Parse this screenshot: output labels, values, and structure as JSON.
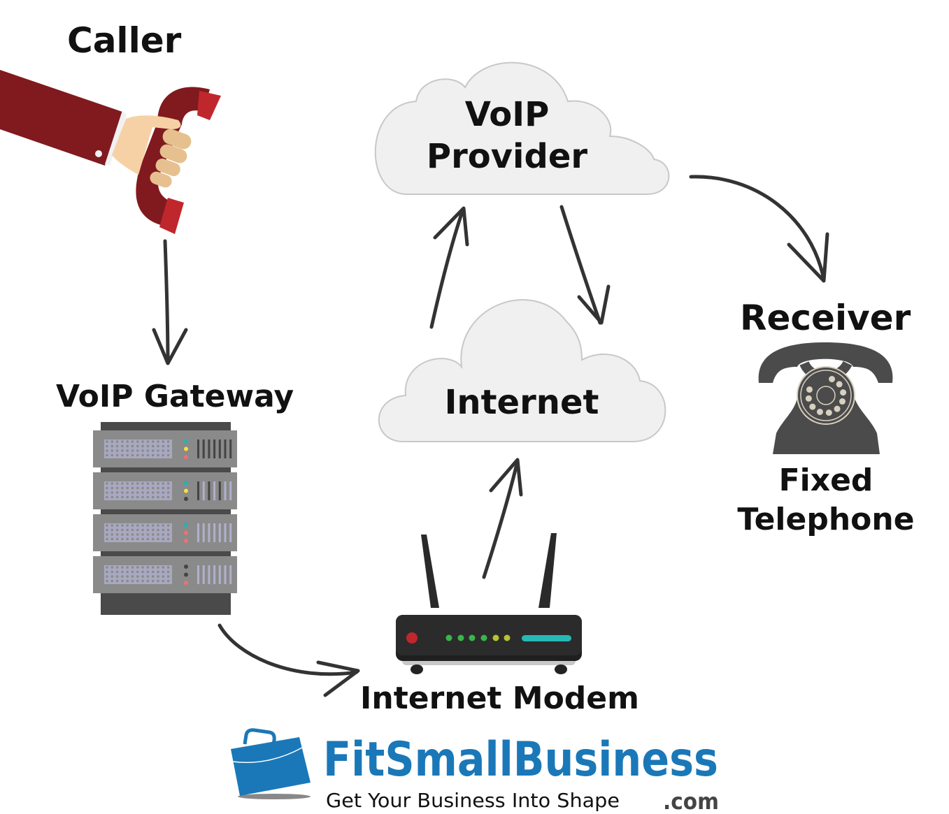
{
  "labels": {
    "caller": "Caller",
    "voip_gateway": "VoIP Gateway",
    "voip_provider_line1": "VoIP",
    "voip_provider_line2": "Provider",
    "internet": "Internet",
    "internet_modem": "Internet Modem",
    "receiver": "Receiver",
    "fixed_telephone_line1": "Fixed",
    "fixed_telephone_line2": "Telephone"
  },
  "logo": {
    "brand": "FitSmallBusiness",
    "tagline": "Get Your Business Into Shape",
    "tld": ".com"
  },
  "colors": {
    "text": "#111111",
    "arrow": "#333333",
    "cloud_fill": "#eff0ef",
    "cloud_stroke": "#c8c8c8",
    "sleeve": "#801a1f",
    "handset": "#801a1f",
    "handset_cap": "#c0272d",
    "skin": "#f6d1a5",
    "server_body": "#8a8a8a",
    "server_dark": "#4a4a4a",
    "router_body": "#2b2b2b",
    "telephone": "#4b4b4b",
    "brand_blue": "#1a78b8"
  }
}
